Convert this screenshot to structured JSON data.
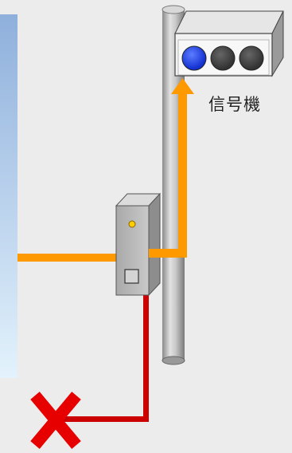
{
  "diagram": {
    "signal_label": "信号機",
    "colors": {
      "background": "#ececec",
      "panel_top": "#8fb0dc",
      "panel_bottom": "#d9ecfa",
      "power_line": "#ff9900",
      "broken_line": "#cc0000",
      "cross_mark": "#e60000",
      "signal_lamp_active": "#1a3de8",
      "signal_lamp_inactive": "#444444",
      "pole": "#b0b0b0",
      "controller_box": "#b8b8b8"
    },
    "icons": {
      "cross": "x-mark-icon",
      "arrow": "arrow-up-icon"
    },
    "signal_lamps": [
      "active",
      "off",
      "off"
    ]
  }
}
